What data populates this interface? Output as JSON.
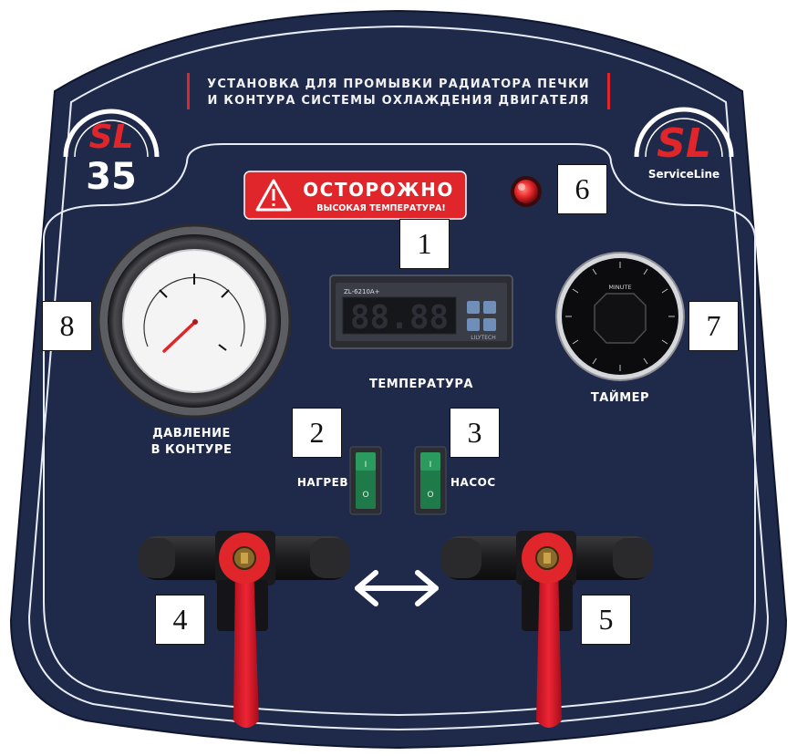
{
  "header": {
    "line1": "УСТАНОВКА ДЛЯ ПРОМЫВКИ РАДИАТОРА ПЕЧКИ",
    "line2": "И КОНТУРА СИСТЕМЫ ОХЛАЖДЕНИЯ ДВИГАТЕЛЯ"
  },
  "model_logo": {
    "letters": "SL",
    "number": "35"
  },
  "brand_logo": {
    "letters": "SL",
    "name": "ServiceLine"
  },
  "warning": {
    "title": "ОСТОРОЖНО",
    "subtitle": "ВЫСОКАЯ ТЕМПЕРАТУРА!"
  },
  "controller": {
    "model": "ZL-6210A+",
    "display": "88.88",
    "brand": "LILYTECH",
    "label": "ТЕМПЕРАТУРА"
  },
  "gauge": {
    "label_line1": "ДАВЛЕНИЕ",
    "label_line2": "В КОНТУРЕ"
  },
  "timer": {
    "face_text": "MINUTE",
    "label": "ТАЙМЕР"
  },
  "switches": {
    "heat_label": "НАГРЕВ",
    "pump_label": "НАСОС",
    "on_mark": "I",
    "off_mark": "O"
  },
  "callouts": [
    "1",
    "2",
    "3",
    "4",
    "5",
    "6",
    "7",
    "8"
  ],
  "colors": {
    "panel": "#1f2a4a",
    "accent_red": "#e0252b",
    "lamp": "#e8282a",
    "switch_green": "#1f7a4a",
    "valve_handle": "#d8182a"
  },
  "icons": {
    "warning": "warning-triangle-icon",
    "flow": "double-arrow-icon"
  }
}
